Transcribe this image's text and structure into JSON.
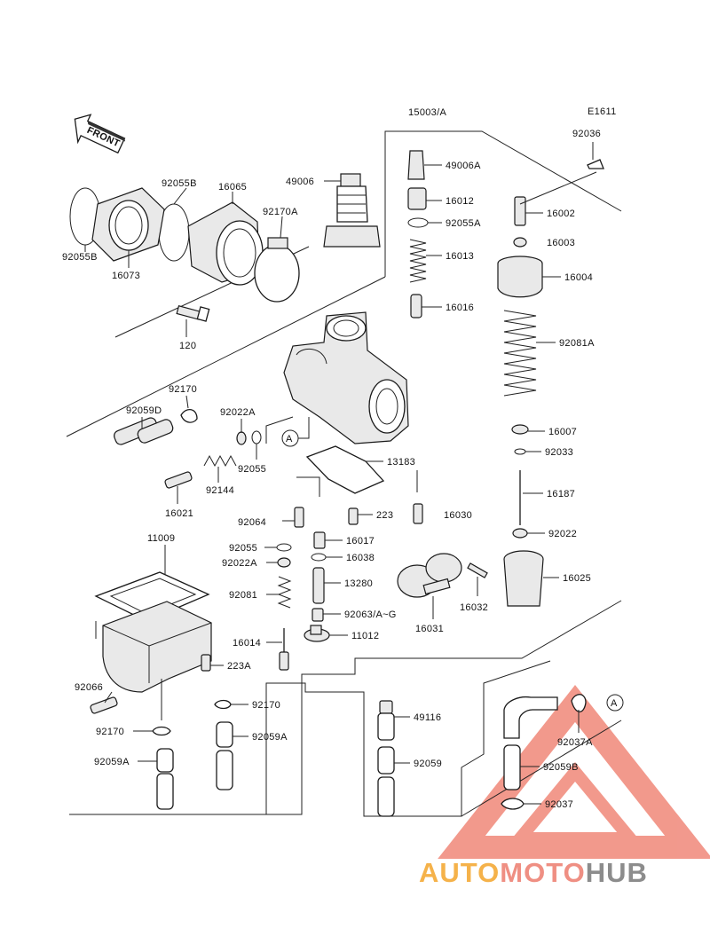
{
  "diagram_code": "E1611",
  "front_label": "FRONT",
  "ref_marker": "A",
  "parts": {
    "p15003A": "15003/A",
    "p92036": "92036",
    "p49006A": "49006A",
    "p16012": "16012",
    "p92055A_top": "92055A",
    "p16002": "16002",
    "p16003": "16003",
    "p16013": "16013",
    "p16004": "16004",
    "p16016": "16016",
    "p92081A": "92081A",
    "p49006": "49006",
    "p92055B_top": "92055B",
    "p16065": "16065",
    "p92170A": "92170A",
    "p92055B_left": "92055B",
    "p16073": "16073",
    "p120": "120",
    "p92170_mid": "92170",
    "p92059D": "92059D",
    "p92022A_mid": "92022A",
    "p92055_mid": "92055",
    "p92144": "92144",
    "p16021": "16021",
    "p16007": "16007",
    "p92033": "92033",
    "p13183": "13183",
    "p16187": "16187",
    "p92064": "92064",
    "p223": "223",
    "p16030": "16030",
    "p16017": "16017",
    "p92022_right": "92022",
    "p11009": "11009",
    "p92055_low": "92055",
    "p16038": "16038",
    "p92022A_low": "92022A",
    "p16025": "16025",
    "p92081": "92081",
    "p13280": "13280",
    "p16032": "16032",
    "p92063": "92063/A~G",
    "p16031": "16031",
    "p11012": "11012",
    "p16014": "16014",
    "p223A": "223A",
    "p92066": "92066",
    "p92170_low": "92170",
    "p49116": "49116",
    "p92037A": "92037A",
    "p92170_bot": "92170",
    "p92059A_a": "92059A",
    "p92059A_b": "92059A",
    "p92059": "92059",
    "p92059B": "92059B",
    "p92037": "92037"
  },
  "watermark": {
    "part1": "AUTO",
    "part2": "MOTO",
    "part3": "HUB",
    "colors": {
      "part1": "#f5b24a",
      "part2": "#ef8f83",
      "part3": "#8c8c8c",
      "triangle": "#ef8070"
    }
  }
}
